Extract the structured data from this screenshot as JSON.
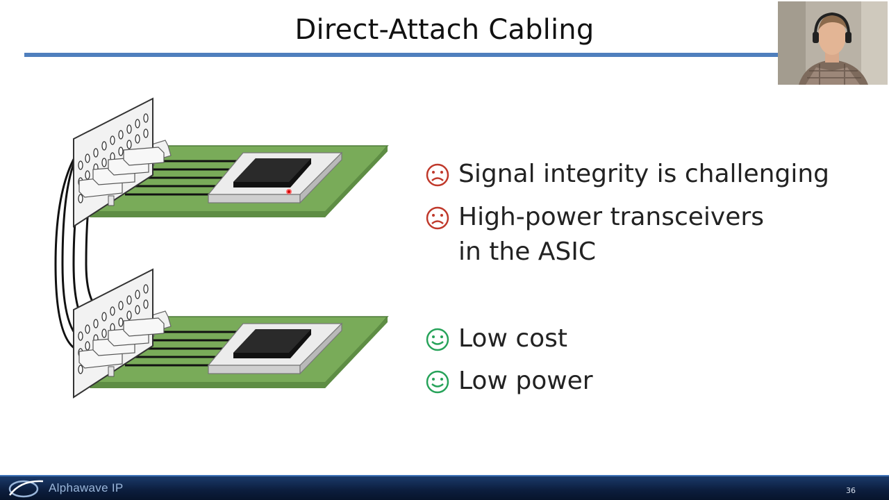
{
  "slide": {
    "title": "Direct-Attach Cabling",
    "page_number": "36"
  },
  "bullets": [
    {
      "icon": "frown-face-icon",
      "color": "#c0392b",
      "lines": [
        "Signal integrity is challenging"
      ]
    },
    {
      "icon": "frown-face-icon",
      "color": "#c0392b",
      "lines": [
        "High-power transceivers",
        "in the ASIC"
      ]
    },
    {
      "icon": "smile-face-icon",
      "color": "#27a35a",
      "lines": [
        "Low cost"
      ]
    },
    {
      "icon": "smile-face-icon",
      "color": "#27a35a",
      "lines": [
        "Low power"
      ]
    }
  ],
  "footer": {
    "brand": "Alphawave IP",
    "logo_icon": "alphawave-logo-icon"
  },
  "colors": {
    "title_rule": "#4f7fbd",
    "board": "#79ab59",
    "chip": "#2a2a2a",
    "footer_bg": "#0c1e3e"
  },
  "webcam": {
    "icon": "presenter-webcam"
  }
}
